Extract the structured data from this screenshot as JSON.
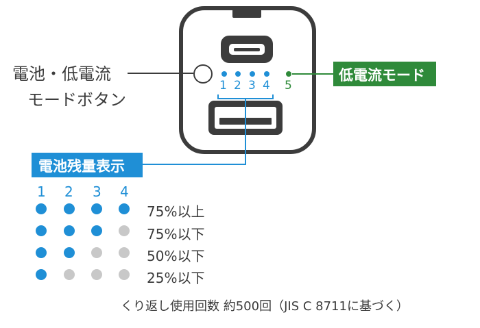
{
  "callouts": {
    "button_label_line1": "電池・低電流",
    "button_label_line2": "モードボタン",
    "low_current_tag": "低電流モード",
    "battery_tag": "電池残量表示"
  },
  "device": {
    "indicator_numbers": [
      "1",
      "2",
      "3",
      "4"
    ],
    "low_current_number": "5"
  },
  "legend": {
    "column_headers": [
      "1",
      "2",
      "3",
      "4"
    ],
    "rows": [
      {
        "lit": 4,
        "label": "75%以上"
      },
      {
        "lit": 3,
        "label": "75%以下"
      },
      {
        "lit": 2,
        "label": "50%以下"
      },
      {
        "lit": 1,
        "label": "25%以下"
      }
    ]
  },
  "footnote": "くり返し使用回数 約500回（JIS C 8711に基づく）",
  "colors": {
    "blue": "#1f8fd6",
    "green": "#2f8a3a",
    "gray_dot": "#c8c8c8",
    "dark": "#3c3c3c"
  }
}
